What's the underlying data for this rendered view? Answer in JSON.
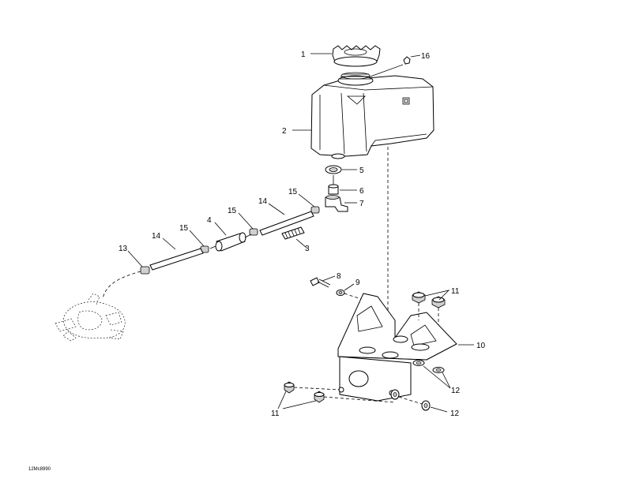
{
  "callouts": {
    "c1": "1",
    "c2": "2",
    "c3": "3",
    "c4": "4",
    "c5": "5",
    "c6": "6",
    "c7": "7",
    "c8": "8",
    "c9": "9",
    "c10": "10",
    "c11a": "11",
    "c11b": "11",
    "c12a": "12",
    "c12b": "12",
    "c13": "13",
    "c14a": "14",
    "c14b": "14",
    "c15a": "15",
    "c15b": "15",
    "c15c": "15",
    "c16": "16"
  },
  "figure_code": "12Mc8990"
}
